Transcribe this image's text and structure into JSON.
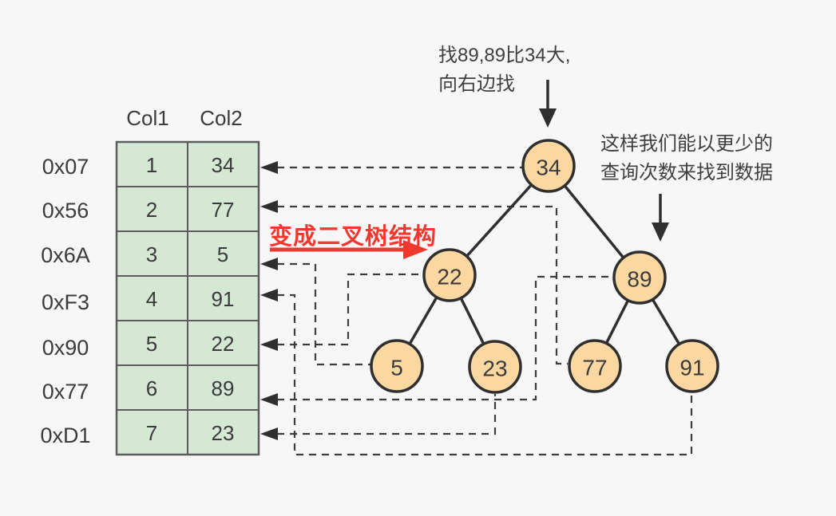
{
  "diagram_title": "table-to-binary-tree-index",
  "table": {
    "headers": [
      "Col1",
      "Col2"
    ],
    "rows": [
      {
        "address": "0x07",
        "col1": "1",
        "col2": "34"
      },
      {
        "address": "0x56",
        "col1": "2",
        "col2": "77"
      },
      {
        "address": "0x6A",
        "col1": "3",
        "col2": "5"
      },
      {
        "address": "0xF3",
        "col1": "4",
        "col2": "91"
      },
      {
        "address": "0x90",
        "col1": "5",
        "col2": "22"
      },
      {
        "address": "0x77",
        "col1": "6",
        "col2": "89"
      },
      {
        "address": "0xD1",
        "col1": "7",
        "col2": "23"
      }
    ]
  },
  "tree": {
    "nodes": [
      {
        "label": "34"
      },
      {
        "label": "22"
      },
      {
        "label": "89"
      },
      {
        "label": "5"
      },
      {
        "label": "23"
      },
      {
        "label": "77"
      },
      {
        "label": "91"
      }
    ],
    "edges": [
      [
        "34",
        "22"
      ],
      [
        "34",
        "89"
      ],
      [
        "22",
        "5"
      ],
      [
        "22",
        "23"
      ],
      [
        "89",
        "77"
      ],
      [
        "89",
        "91"
      ]
    ]
  },
  "annotations": {
    "search_note": {
      "line1": "找89,89比34大,",
      "line2": "向右边找"
    },
    "benefit_note": {
      "line1": "这样我们能以更少的",
      "line2": "查询次数来找到数据"
    },
    "transform_label": "变成二叉树结构"
  },
  "colors": {
    "background": "#f7f7f7",
    "cell_fill": "#d5e8d4",
    "cell_border": "#5c5c5c",
    "node_fill": "#fbd8a2",
    "node_border": "#2f2f2f",
    "text": "#3b3b3b",
    "accent_red": "#ef392f",
    "dashed_line": "#3d3d3d"
  }
}
